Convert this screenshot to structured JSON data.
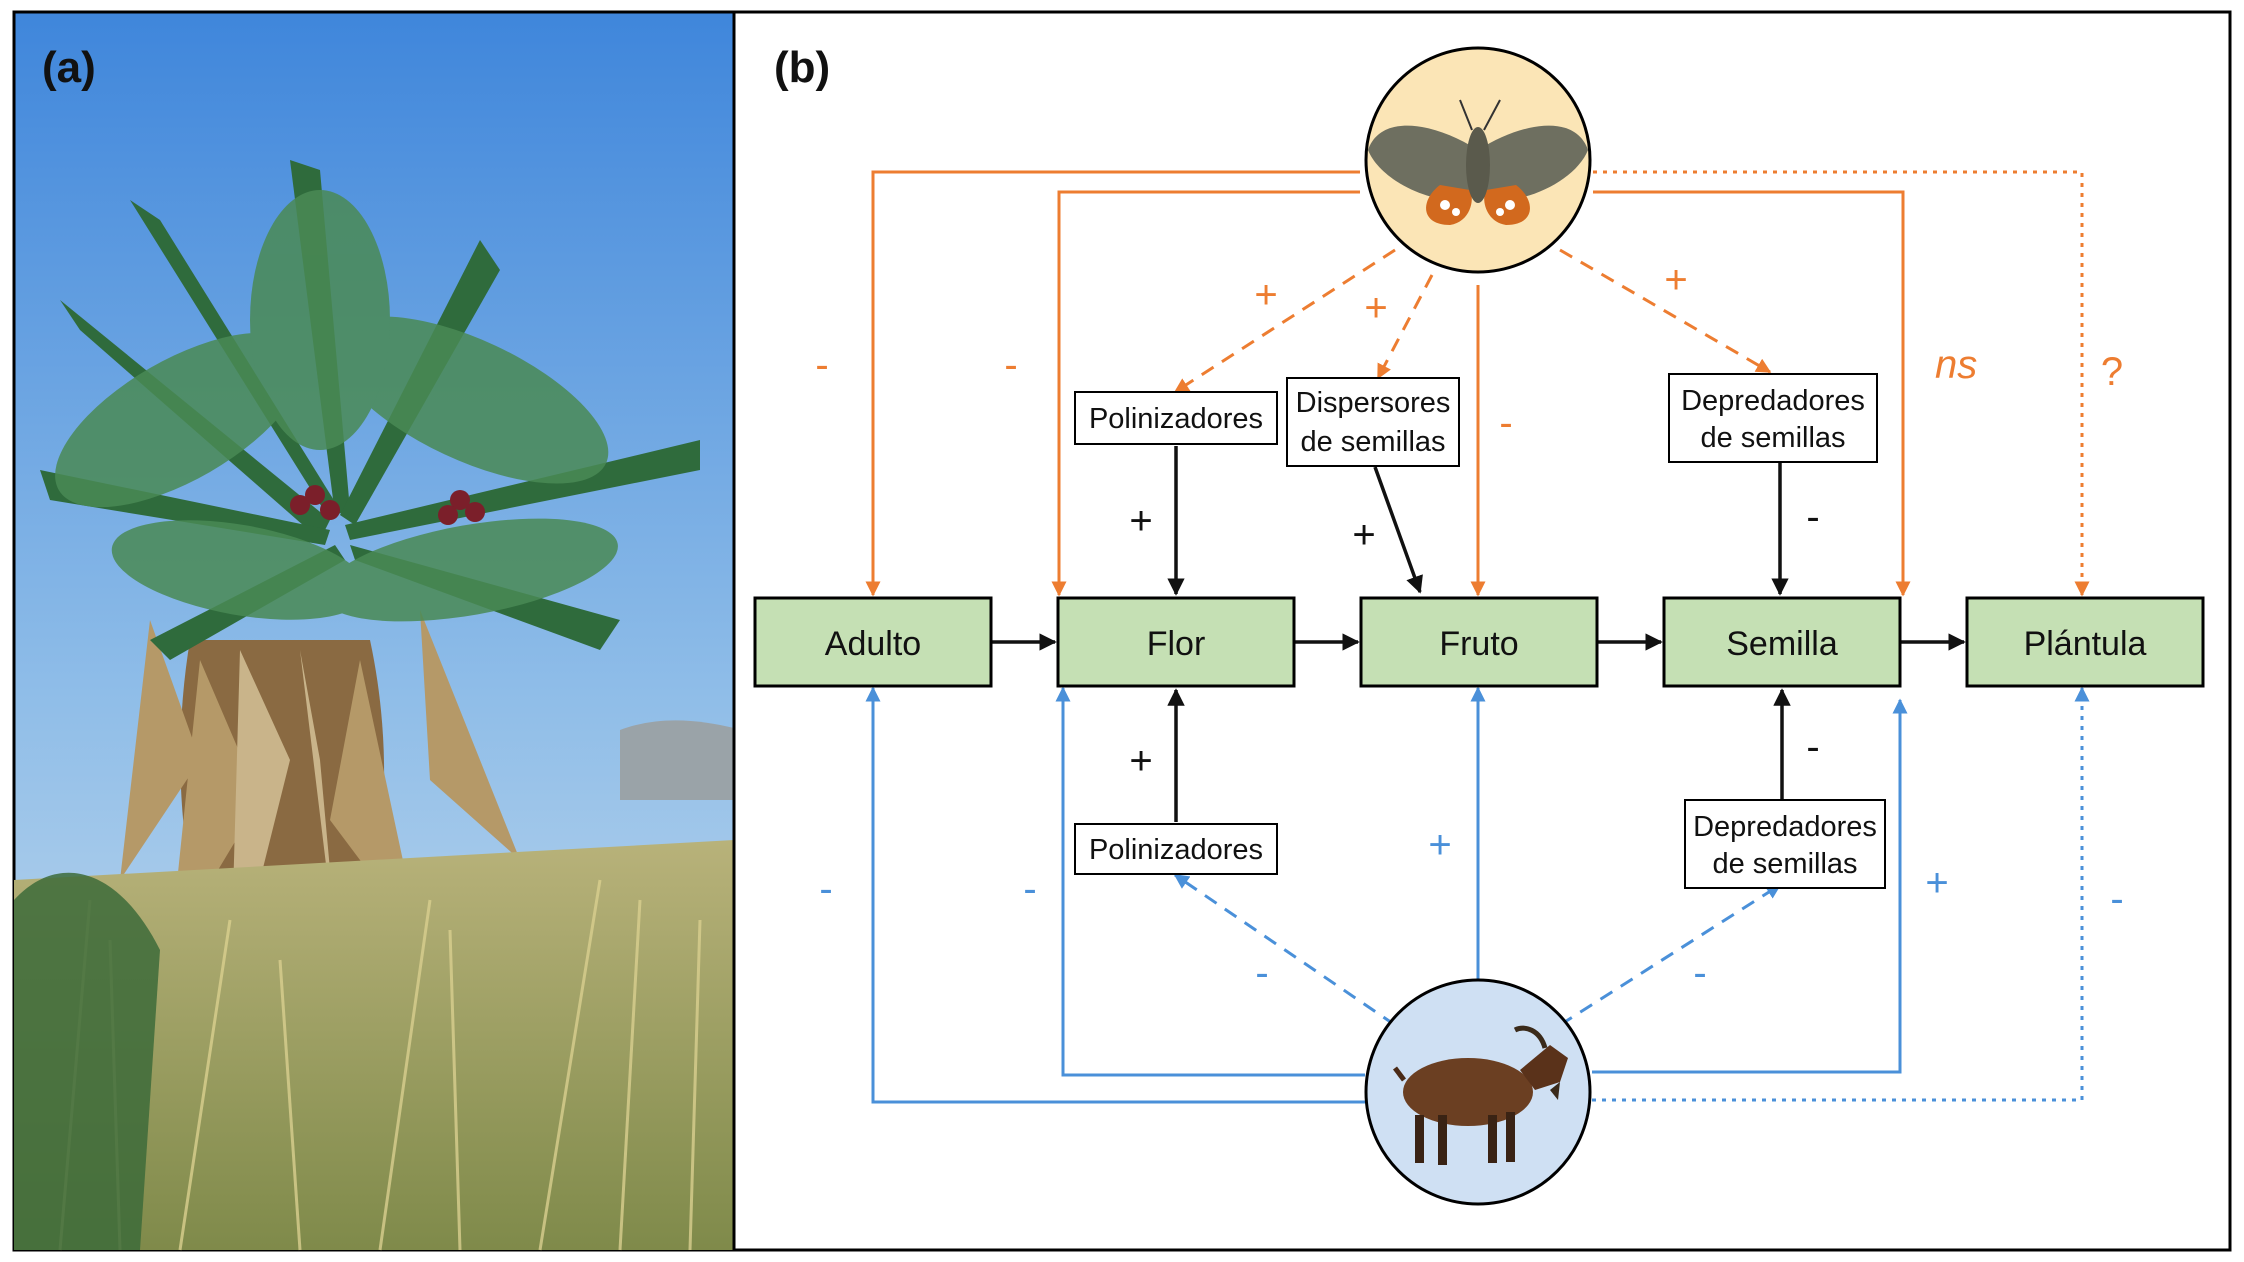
{
  "panels": {
    "a_label": "(a)",
    "b_label": "(b)"
  },
  "stages": {
    "adulto": "Adulto",
    "flor": "Flor",
    "fruto": "Fruto",
    "semilla": "Semilla",
    "plantula": "Plántula"
  },
  "intermediaries": {
    "polinizadores_top": "Polinizadores",
    "dispersores_line1": "Dispersores",
    "dispersores_line2": "de semillas",
    "depredadores_top_line1": "Depredadores",
    "depredadores_top_line2": "de semillas",
    "polinizadores_bottom": "Polinizadores",
    "depredadores_bottom_line1": "Depredadores",
    "depredadores_bottom_line2": "de semillas"
  },
  "signs": {
    "moth_adulto": "-",
    "moth_flor": "-",
    "moth_polinizadores": "+",
    "moth_dispersores": "+",
    "moth_fruto": "-",
    "moth_depredadores": "+",
    "moth_semilla": "ns",
    "moth_plantula": "?",
    "polinizadores_flor_top": "+",
    "dispersores_fruto": "+",
    "depredadores_semilla_top": "-",
    "polinizadores_flor_bottom": "+",
    "depredadores_semilla_bottom": "-",
    "goat_adulto": "-",
    "goat_flor": "-",
    "goat_polinizadores": "-",
    "goat_fruto": "+",
    "goat_depredadores": "-",
    "goat_semilla": "+",
    "goat_plantula": "-"
  },
  "colors": {
    "moth_arrows": "#ed7d31",
    "goat_arrows": "#4a90d9",
    "stage_fill": "#c5e0b4",
    "moth_circle": "#fbe5b6",
    "goat_circle": "#cfe0f3"
  },
  "icons": {
    "moth": "moth-icon",
    "goat": "goat-icon",
    "palm": "palm-tree-photo"
  }
}
